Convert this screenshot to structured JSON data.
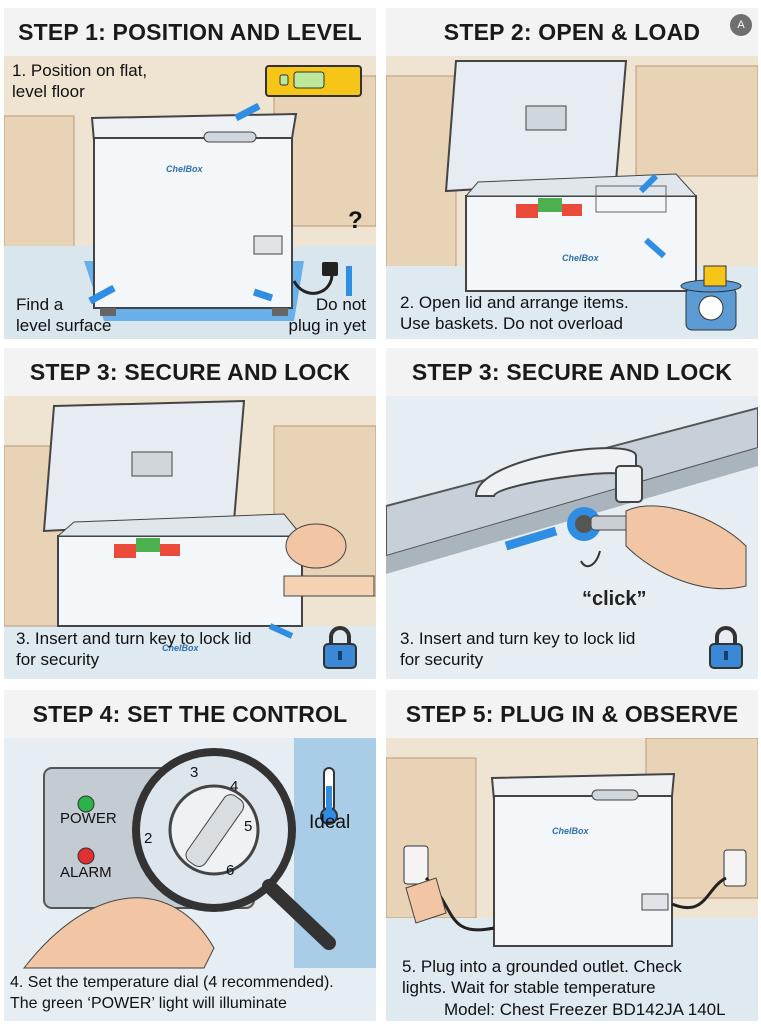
{
  "steps": [
    {
      "title": "STEP 1: POSITION AND LEVEL",
      "callout_top": "1. Position on flat,\nlevel floor",
      "callout_left": "Find a\nlevel surface",
      "callout_right": "Do not\nplug in yet",
      "brand": "ChelBox",
      "question_mark": "?"
    },
    {
      "title": "STEP 2: OPEN & LOAD",
      "caption": "2. Open lid and arrange items.\nUse baskets. Do not overload",
      "brand": "ChelBox"
    },
    {
      "title": "STEP 3: SECURE AND LOCK",
      "caption": "3. Insert and turn key to lock lid\nfor security",
      "brand": "ChelBox"
    },
    {
      "title": "STEP 3: SECURE AND LOCK",
      "caption": "3. Insert and turn key to lock lid\nfor security",
      "click_text": "“click”"
    },
    {
      "title": "STEP 4: SET THE CONTROL",
      "caption": "4. Set the temperature dial (4 recommended).\nThe green ‘POWER’ light will illuminate",
      "power_label": "POWER",
      "alarm_label": "ALARM",
      "ideal_label": "Ideal",
      "dial_numbers": [
        "2",
        "3",
        "4",
        "5",
        "6"
      ],
      "recommended_setting": 4
    },
    {
      "title": "STEP 5: PLUG IN & OBSERVE",
      "caption": "5. Plug into a grounded outlet. Check\nlights. Wait for stable temperature",
      "model": "Model: Chest Freezer BD142JA 140L",
      "brand": "ChelBox"
    }
  ],
  "corner_icon": "A",
  "colors": {
    "panel_bg": "#dfe9f0",
    "header_bg": "#f3f3f3",
    "arrow_blue": "#2f8de4",
    "box_tan": "#e9d3b6",
    "freezer_white": "#f4f7f9",
    "lock_blue": "#3a88d6",
    "power_green": "#2bb34a",
    "alarm_red": "#e03030"
  }
}
